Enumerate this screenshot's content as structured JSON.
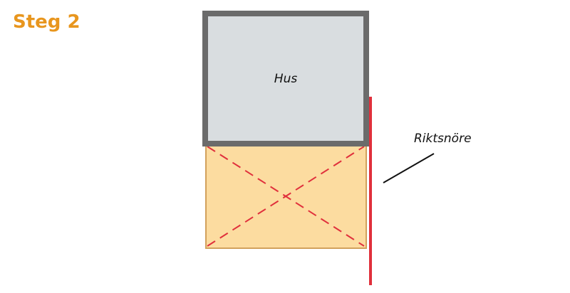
{
  "header": {
    "title": "Steg 2"
  },
  "diagram": {
    "house_label": "Hus",
    "line_label": "Riktsnöre",
    "colors": {
      "title": "#e8961e",
      "house_fill": "#d9dde0",
      "house_border": "#6b6b6b",
      "deck_fill": "#fcdca0",
      "deck_border": "#d2a15c",
      "diagonal": "#e0303c",
      "guide_line": "#e0303c",
      "leader": "#111111"
    }
  }
}
